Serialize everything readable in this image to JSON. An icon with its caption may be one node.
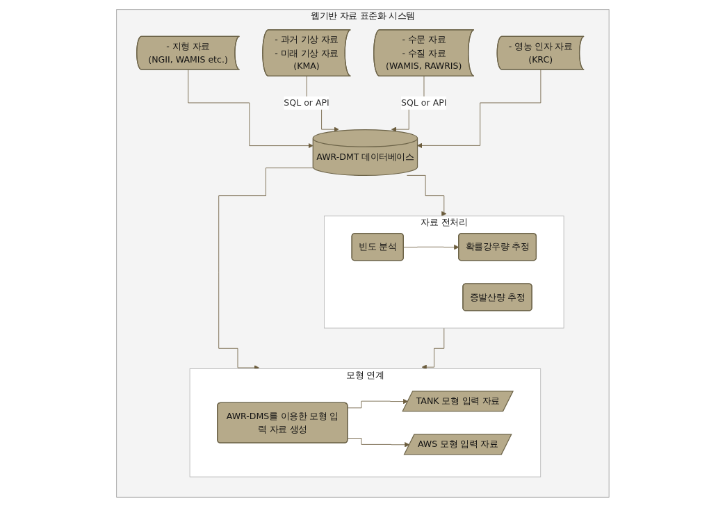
{
  "diagram": {
    "nodes": [
      {
        "text": [
          "웹기반 자료 표준화 시스템"
        ]
      },
      {
        "text": [
          "- 지형 자료",
          "(NGII, WAMIS etc.)"
        ],
        "in": 0
      },
      {
        "text": [
          "- 과거 기상 자료",
          "- 미래 기상 자료",
          "(KMA)"
        ],
        "in": 0
      },
      {
        "text": [
          "- 수문 자료",
          "- 수질 자료",
          "(WAMIS, RAWRIS)"
        ],
        "in": 0
      },
      {
        "text": [
          "- 영농 인자 자료",
          "(KRC)"
        ],
        "in": 0
      },
      {
        "text": [
          "AWR-DMT 데이터베이스"
        ],
        "in": 0
      },
      {
        "text": [
          "자료 전처리"
        ],
        "in": 0
      },
      {
        "text": [
          "빈도 분석"
        ],
        "in": 6
      },
      {
        "text": [
          "증발산량 추정"
        ],
        "in": 6
      },
      {
        "text": [
          "확률강우량 추정"
        ],
        "in": 6
      },
      {
        "text": [
          "모형 연계"
        ],
        "in": 0
      },
      {
        "text": [
          "AWR-DMS를 이용한 모형 입력 자료 생성"
        ],
        "in": 10
      },
      {
        "text": [
          "TANK 모형 입력 자료"
        ],
        "in": 10
      },
      {
        "text": [
          "AWS 모형 입력 자료"
        ],
        "in": 10
      }
    ],
    "edges": [
      {
        "from": 1,
        "to": 5,
        "arrow": "to"
      },
      {
        "from": 2,
        "to": 5,
        "arrow": "to",
        "label": "SQL or API"
      },
      {
        "from": 3,
        "to": 5,
        "arrow": "to",
        "label": "SQL or API"
      },
      {
        "from": 4,
        "to": 5,
        "arrow": "to"
      },
      {
        "from": 5,
        "to": 6,
        "arrow": "to"
      },
      {
        "from": 5,
        "to": 10,
        "arrow": "to"
      },
      {
        "from": 7,
        "to": 9,
        "arrow": "to"
      },
      {
        "from": 6,
        "to": 10,
        "arrow": "to"
      },
      {
        "from": 11,
        "to": 12,
        "arrow": "to"
      },
      {
        "from": 11,
        "to": 13,
        "arrow": "to"
      }
    ]
  }
}
